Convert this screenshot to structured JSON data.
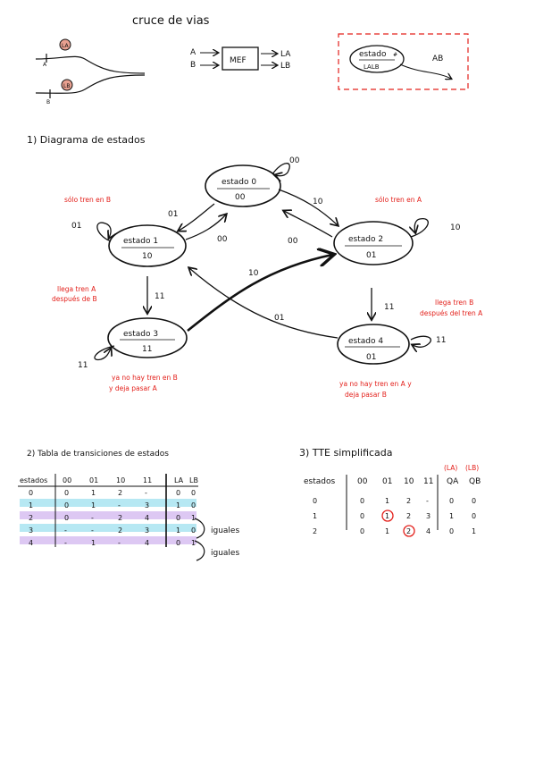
{
  "header": {
    "title": "cruce de vias",
    "track_labels": {
      "la": "LA",
      "lb": "LB",
      "a": "A",
      "b": "B"
    },
    "mef": {
      "box": "MEF",
      "inputs": [
        "A",
        "B"
      ],
      "outputs": [
        "LA",
        "LB"
      ]
    },
    "legend": {
      "state": "estado",
      "state_num": "#",
      "outputs": "LALB",
      "arrow": "AB"
    }
  },
  "section1": {
    "title": "1) Diagrama de estados",
    "states": [
      {
        "name": "estado 0",
        "out": "00"
      },
      {
        "name": "estado 1",
        "out": "10"
      },
      {
        "name": "estado 2",
        "out": "01"
      },
      {
        "name": "estado 3",
        "out": "11"
      },
      {
        "name": "estado 4",
        "out": "01"
      }
    ],
    "transitions": {
      "s0_self": "00",
      "s0_s1": "01",
      "s1_s0": "00",
      "s0_s2": "10",
      "s2_s0": "00",
      "s1_self": "01",
      "s2_self": "10",
      "s1_s3": "11",
      "s2_s4": "11",
      "s3_self": "11",
      "s4_self": "11",
      "s3_s2": "10",
      "s4_s1": "01"
    },
    "notes": {
      "s1": "sólo tren en B",
      "s2": "sólo tren en A",
      "s3_in_1": "llega tren A",
      "s3_in_2": "después de B",
      "s4_in_1": "llega tren B",
      "s4_in_2": "después del tren A",
      "s3_out_1": "ya no hay tren en B",
      "s3_out_2": "y deja pasar A",
      "s4_out_1": "ya no hay tren en A y",
      "s4_out_2": "deja pasar B"
    }
  },
  "section2": {
    "title": "2) Tabla de transiciones de estados",
    "headers": [
      "estados",
      "00",
      "01",
      "10",
      "11",
      "LA",
      "LB"
    ],
    "rows": [
      [
        "0",
        "0",
        "1",
        "2",
        "-",
        "0",
        "0"
      ],
      [
        "1",
        "0",
        "1",
        "-",
        "3",
        "1",
        "0"
      ],
      [
        "2",
        "0",
        "-",
        "2",
        "4",
        "0",
        "1"
      ],
      [
        "3",
        "-",
        "-",
        "2",
        "3",
        "1",
        "0"
      ],
      [
        "4",
        "-",
        "1",
        "-",
        "4",
        "0",
        "1"
      ]
    ],
    "iguales_1": "iguales",
    "iguales_2": "iguales"
  },
  "section3": {
    "title": "3) TTE simplificada",
    "top_labels": [
      "(LA)",
      "(LB)"
    ],
    "headers": [
      "estados",
      "00",
      "01",
      "10",
      "11",
      "QA",
      "QB"
    ],
    "rows": [
      [
        "0",
        "0",
        "1",
        "2",
        "-",
        "0",
        "0"
      ],
      [
        "1",
        "0",
        "1",
        "2",
        "3",
        "1",
        "0"
      ],
      [
        "2",
        "0",
        "1",
        "2",
        "4",
        "0",
        "1"
      ]
    ]
  },
  "colors": {
    "red": "#e3201b",
    "cyan": "#aee6f2",
    "lavender": "#d9c2f2"
  }
}
